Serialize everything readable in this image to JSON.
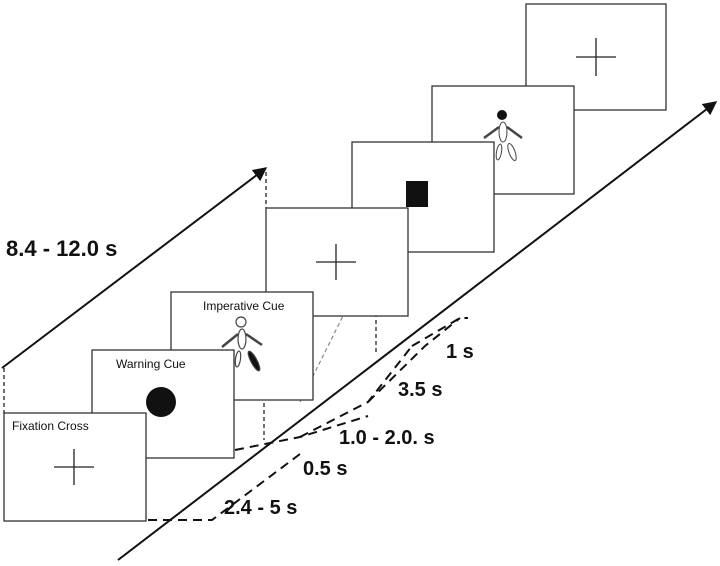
{
  "total_duration": "8.4 - 12.0 s",
  "frames": [
    {
      "label": "Fixation Cross",
      "content": "cross"
    },
    {
      "label": "Warning Cue",
      "content": "circle"
    },
    {
      "label": "Imperative Cue",
      "content": "figure-outline"
    },
    {
      "label": "",
      "content": "cross"
    },
    {
      "label": "",
      "content": "square"
    },
    {
      "label": "",
      "content": "figure-filled"
    },
    {
      "label": "",
      "content": "cross"
    }
  ],
  "durations": [
    "2.4 - 5 s",
    "0.5 s",
    "1.0 - 2.0. s",
    "3.5 s",
    "1 s"
  ],
  "colors": {
    "ink": "#111111",
    "frame_border": "#333333",
    "background": "#ffffff"
  }
}
